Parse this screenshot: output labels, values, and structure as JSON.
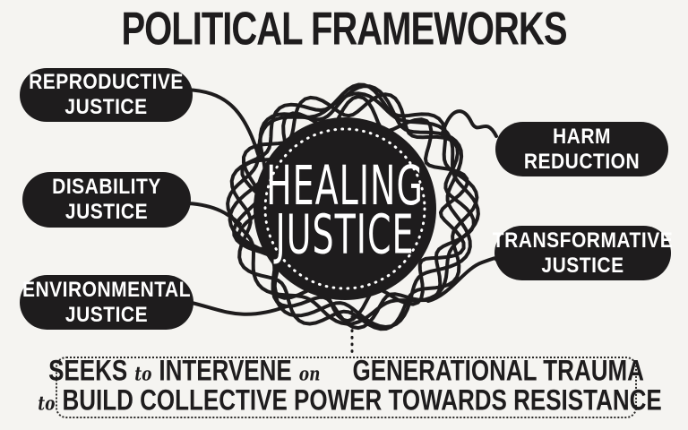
{
  "colors": {
    "background": "#f5f4f1",
    "ink": "#1e1c1d",
    "text_on_ink": "#ffffff"
  },
  "title": "POLITICAL FRAMEWORKS",
  "center_node": {
    "line1": "HEALING",
    "line2": "JUSTICE"
  },
  "pills": [
    {
      "name": "reproductive-justice",
      "line1": "REPRODUCTIVE",
      "line2": "JUSTICE"
    },
    {
      "name": "disability-justice",
      "line1": "DISABILITY",
      "line2": "JUSTICE"
    },
    {
      "name": "environmental-justice",
      "line1": "ENVIRONMENTAL",
      "line2": "JUSTICE"
    },
    {
      "name": "harm-reduction",
      "line1": "HARM",
      "line2": "REDUCTION"
    },
    {
      "name": "transformative-justice",
      "line1": "TRANSFORMATIVE",
      "line2": "JUSTICE"
    }
  ],
  "footer": {
    "line1": {
      "w1": "SEEKS",
      "w2": "to",
      "w3": "INTERVENE",
      "w4": "on",
      "w5": "GENERATIONAL TRAUMA"
    },
    "line2": {
      "w1": "to",
      "w2": "BUILD COLLECTIVE POWER TOWARDS RESISTANCE"
    }
  }
}
